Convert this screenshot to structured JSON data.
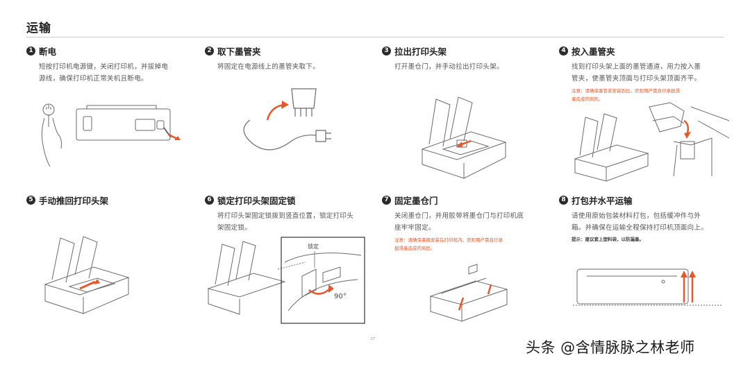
{
  "page": {
    "title": "运输",
    "page_number": "07"
  },
  "colors": {
    "accent": "#e8572a",
    "line": "#6a6a6a",
    "rule": "#c9c9c9"
  },
  "steps": [
    {
      "num": "1",
      "title": "断电",
      "desc": "短按打印机电源键，关闭打印机，并拔掉电\n源线，确保打印机正常关机且断电。"
    },
    {
      "num": "2",
      "title": "取下墨管夹",
      "desc": "将固定在电源线上的墨管夹取下。"
    },
    {
      "num": "3",
      "title": "拉出打印头架",
      "desc": "打开墨仓门，并手动拉出打印头架。"
    },
    {
      "num": "4",
      "title": "按入墨管夹",
      "desc": "找到打印头架上面的墨管通道，用力按入墨\n管夹，使墨管夹顶面与打印头架顶面齐平。",
      "warning": "注意：请确保墨管夹安装到位，否则用户需自行承担濡\n墨造成的风险。"
    },
    {
      "num": "5",
      "title": "手动推回打印头架"
    },
    {
      "num": "6",
      "title": "锁定打印头架固定锁",
      "desc": "将打印头架固定锁拨到竖直位置，锁定打印头\n架固定锁。",
      "callout_label": "锁定",
      "callout_angle": "90°"
    },
    {
      "num": "7",
      "title": "固定墨仓门",
      "desc": "关闭墨仓门，并用胶带将墨仓门与打印机底\n座牢牢固定。",
      "warning": "注意：请确保墨瓶安装在打印机内，否则用户需自行承\n担濡墨造成的风险。"
    },
    {
      "num": "8",
      "title": "打包并水平运输",
      "desc": "请使用原始包装材料打包，包括缓冲件与外\n箱。并确保在运输全程保持打印机顶面向上。",
      "tip": "提示：建议套上塑料袋，以防漏墨。"
    }
  ],
  "watermark": "头条 @含情脉脉之林老师"
}
